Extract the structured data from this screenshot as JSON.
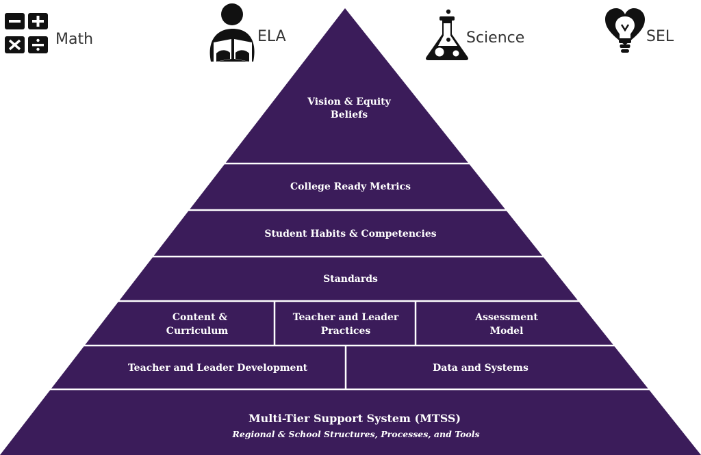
{
  "colors": {
    "pyramid": "#3b1c5a",
    "divider": "#ffffff",
    "icon": "#111111",
    "label": "#333333"
  },
  "subjects": [
    {
      "label": "Math",
      "icon": "calculator-icon"
    },
    {
      "label": "ELA",
      "icon": "reader-icon"
    },
    {
      "label": "Science",
      "icon": "flask-icon"
    },
    {
      "label": "SEL",
      "icon": "heart-lightbulb-icon"
    }
  ],
  "pyramid": {
    "apex": {
      "line1": "Vision & Equity",
      "line2": "Beliefs"
    },
    "tier2": "College Ready Metrics",
    "tier3": "Student Habits & Competencies",
    "tier4": "Standards",
    "tier5": [
      {
        "line1": "Content &",
        "line2": "Curriculum"
      },
      {
        "line1": "Teacher and Leader",
        "line2": "Practices"
      },
      {
        "line1": "Assessment",
        "line2": "Model"
      }
    ],
    "tier6": [
      "Teacher and Leader Development",
      "Data and Systems"
    ],
    "base": {
      "title": "Multi-Tier Support System (MTSS)",
      "subtitle": "Regional & School Structures, Processes, and Tools"
    }
  }
}
